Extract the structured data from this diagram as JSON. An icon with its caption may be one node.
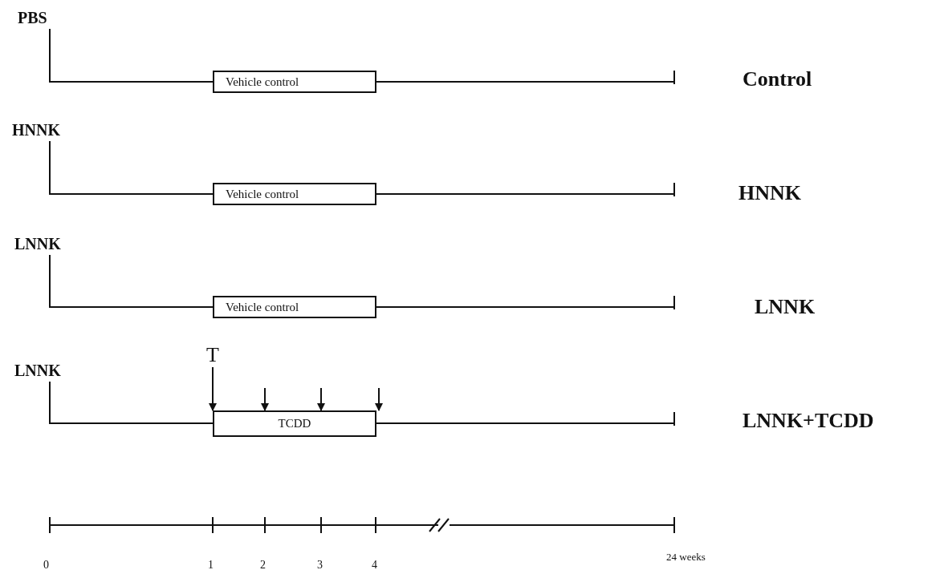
{
  "diagram": {
    "nodes": [
      {
        "text": [
          "PBS"
        ]
      },
      {
        "text": [
          "Vehicle control"
        ]
      },
      {
        "text": [],
        "shape": "bar"
      },
      {
        "text": [
          "HNNK"
        ]
      },
      {
        "text": [
          "Vehicle control"
        ]
      },
      {
        "text": [],
        "shape": "bar"
      },
      {
        "text": [
          "LNNK"
        ]
      },
      {
        "text": [
          "Vehicle control"
        ]
      },
      {
        "text": [],
        "shape": "bar"
      },
      {
        "text": [
          "LNNK"
        ]
      },
      {
        "text": [
          "T"
        ]
      },
      {
        "text": [
          "TCDD"
        ]
      },
      {
        "text": [],
        "shape": "bar"
      }
    ],
    "edges": [
      {
        "from": 0,
        "to": 1,
        "arrow": "none"
      },
      {
        "from": 1,
        "to": 2,
        "arrow": "none"
      },
      {
        "from": 3,
        "to": 4,
        "arrow": "none"
      },
      {
        "from": 4,
        "to": 5,
        "arrow": "none"
      },
      {
        "from": 6,
        "to": 7,
        "arrow": "none"
      },
      {
        "from": 7,
        "to": 8,
        "arrow": "none"
      },
      {
        "from": 9,
        "to": 11,
        "arrow": "none"
      },
      {
        "from": 11,
        "to": 12,
        "arrow": "none"
      },
      {
        "from": 10,
        "to": 11,
        "arrow": "to"
      },
      {
        "from": null,
        "to": 11,
        "arrow": "to"
      },
      {
        "from": null,
        "to": 11,
        "arrow": "to"
      },
      {
        "from": null,
        "to": 11,
        "arrow": "to"
      }
    ],
    "labels": [
      "Control",
      "HNNK",
      "LNNK",
      "LNNK+TCDD",
      "0",
      "1",
      "2",
      "3",
      "4",
      "24 weeks"
    ]
  }
}
